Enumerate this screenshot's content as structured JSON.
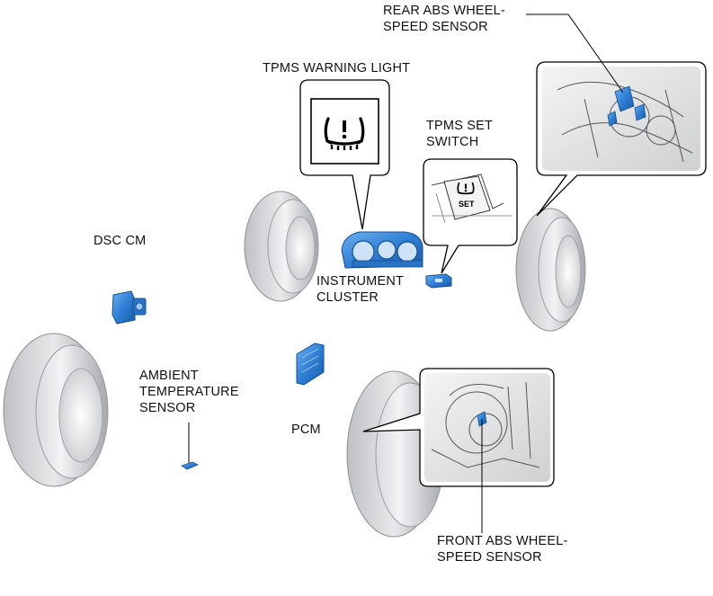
{
  "labels": {
    "rear_abs_line1": "REAR ABS WHEEL-",
    "rear_abs_line2": "SPEED SENSOR",
    "tpms_warning_light": "TPMS WARNING LIGHT",
    "tpms_set_line1": "TPMS SET",
    "tpms_set_line2": "SWITCH",
    "dsc_cm": "DSC CM",
    "instrument_line1": "INSTRUMENT",
    "instrument_line2": "CLUSTER",
    "ambient_line1": "AMBIENT",
    "ambient_line2": "TEMPERATURE",
    "ambient_line3": "SENSOR",
    "pcm": "PCM",
    "front_abs_line1": "FRONT ABS WHEEL-",
    "front_abs_line2": "SPEED SENSOR",
    "switch_text": "SET"
  },
  "colors": {
    "component_blue": "#2f7fd6",
    "component_blue_dark": "#1a5aa8",
    "tire_light": "#e8e8ea",
    "tire_mid": "#b9babe",
    "tire_dark": "#8c8d92",
    "line": "#000000"
  },
  "icons": {
    "tpms_light": "tpms-tire-pressure-icon",
    "tpms_switch": "tpms-tire-pressure-icon"
  }
}
